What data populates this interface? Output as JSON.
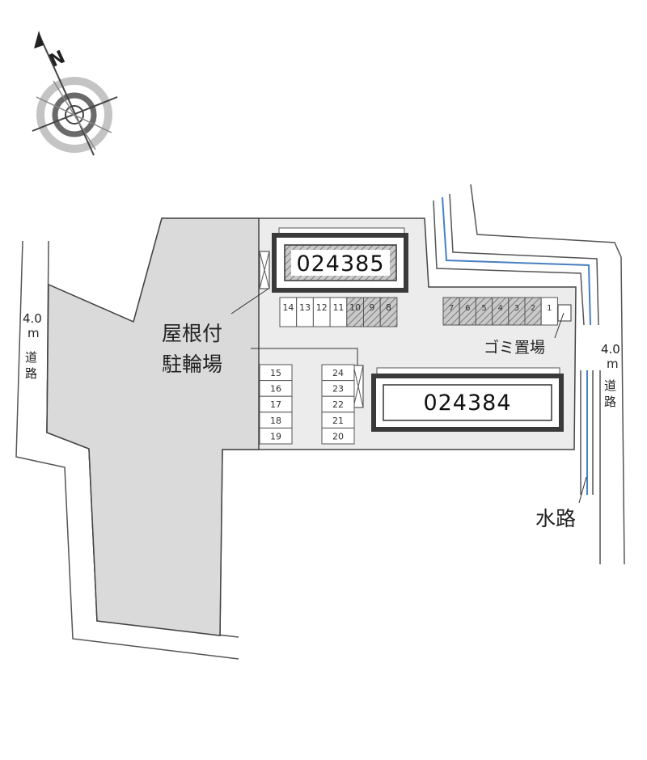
{
  "compass": {
    "north_label": "N"
  },
  "buildings": [
    {
      "id": "024385"
    },
    {
      "id": "024384"
    }
  ],
  "bike_parking": {
    "line1": "屋根付",
    "line2": "駐輪場"
  },
  "garbage": {
    "label": "ゴミ置場"
  },
  "waterway": {
    "label": "水路"
  },
  "road_left": {
    "width": "4.0",
    "unit": "m",
    "char1": "道",
    "char2": "路"
  },
  "road_right": {
    "width": "4.0",
    "unit": "m",
    "char1": "道",
    "char2": "路"
  },
  "parking_top_left": [
    "14",
    "13",
    "12",
    "11",
    "10",
    "9",
    "8"
  ],
  "parking_top_right": [
    "7",
    "6",
    "5",
    "4",
    "3",
    "2",
    "1"
  ],
  "parking_col_left": [
    "15",
    "16",
    "17",
    "18",
    "19"
  ],
  "parking_col_right": [
    "24",
    "23",
    "22",
    "21",
    "20"
  ]
}
